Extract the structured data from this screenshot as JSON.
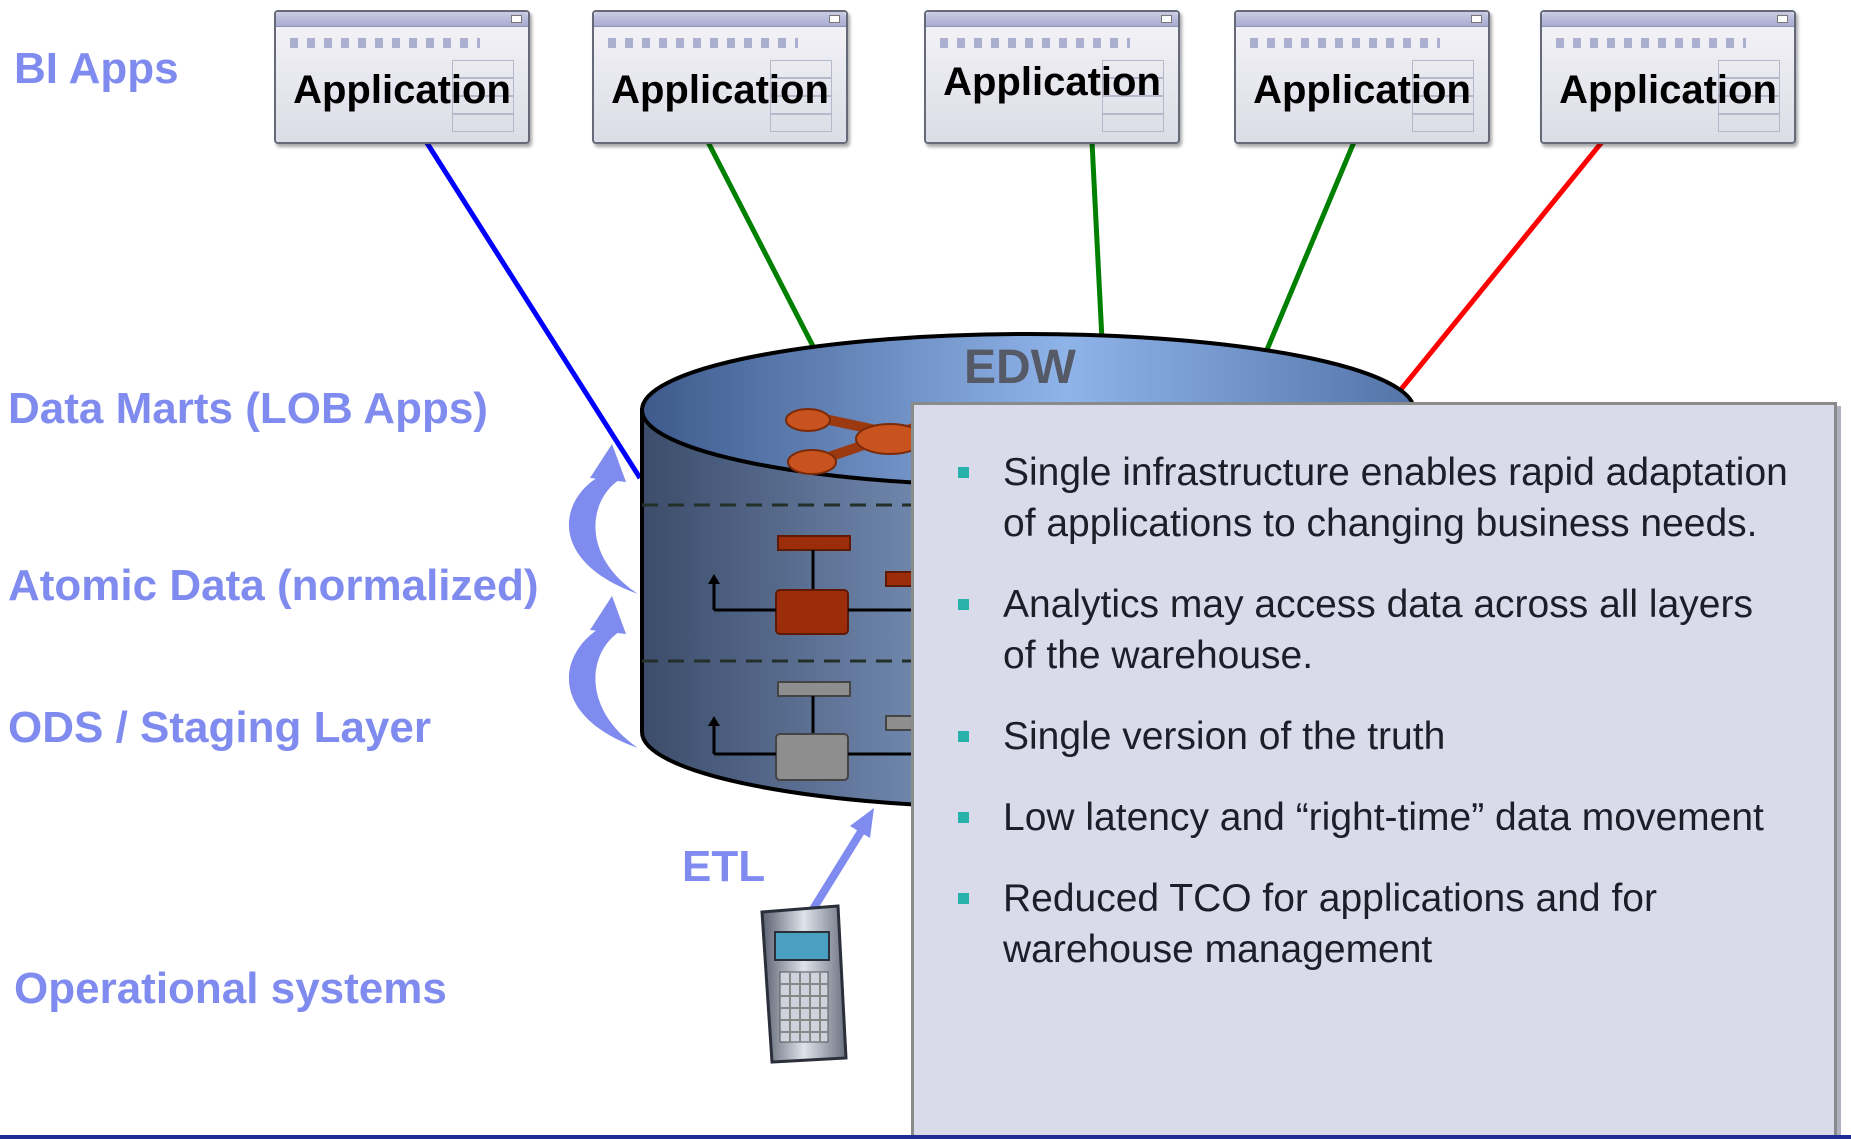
{
  "layers": {
    "bi_apps": "BI Apps",
    "data_marts": "Data Marts (LOB Apps)",
    "atomic_data": "Atomic Data (normalized)",
    "ods_staging": "ODS / Staging Layer",
    "operational": "Operational systems"
  },
  "applications": [
    {
      "label": "Application",
      "connector_color": "#0000ff"
    },
    {
      "label": "Application",
      "connector_color": "#008000"
    },
    {
      "label": "Application",
      "connector_color": "#008000"
    },
    {
      "label": "Application",
      "connector_color": "#008000"
    },
    {
      "label": "Application",
      "connector_color": "#ff0000"
    }
  ],
  "edw": {
    "title": "EDW"
  },
  "etl": {
    "label": "ETL"
  },
  "benefits": [
    "Single infrastructure enables rapid adaptation of applications to changing business needs.",
    "Analytics may access data across all layers of the warehouse.",
    "Single version of the truth",
    "Low latency and “right-time” data movement",
    "Reduced TCO for applications and for warehouse management"
  ],
  "colors": {
    "layer_text": "#7f8bee",
    "bullet": "#27b3ac",
    "panel_bg": "#d9dbeb",
    "cylinder_fill": "#5b7092",
    "atomic_node": "#9c2d0a",
    "staging_node": "#8e8e8e",
    "bottom_rule": "#1f2c94"
  }
}
